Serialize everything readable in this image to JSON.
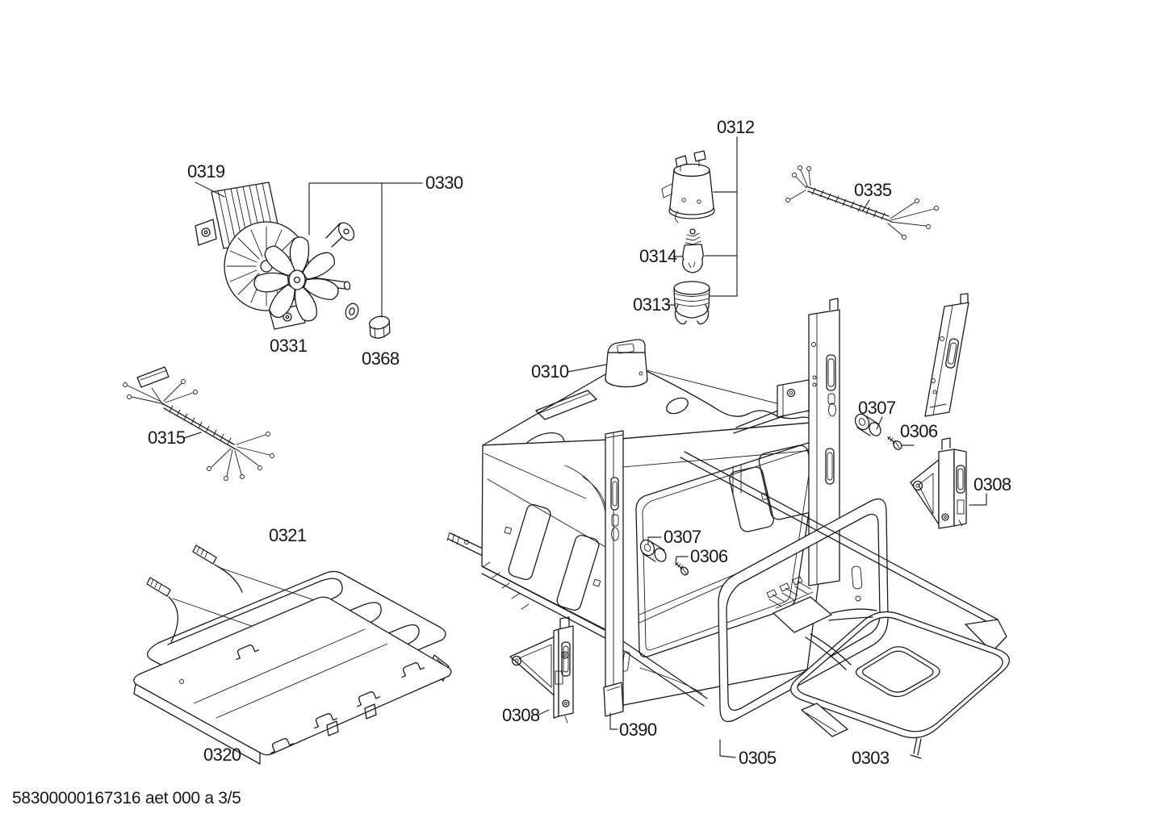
{
  "document": {
    "type": "exploded-parts-diagram",
    "footer": "58300000167316 aet 000 a 3/5",
    "background_color": "#ffffff",
    "line_color": "#1b1b1b"
  },
  "callouts": {
    "c0319": "0319",
    "c0330": "0330",
    "c0331": "0331",
    "c0368": "0368",
    "c0312": "0312",
    "c0314": "0314",
    "c0313": "0313",
    "c0335": "0335",
    "c0310": "0310",
    "c0307a": "0307",
    "c0306a": "0306",
    "c0308a": "0308",
    "c0315": "0315",
    "c0321": "0321",
    "c0307b": "0307",
    "c0306b": "0306",
    "c0320": "0320",
    "c0308b": "0308",
    "c0390": "0390",
    "c0305": "0305",
    "c0303": "0303"
  }
}
